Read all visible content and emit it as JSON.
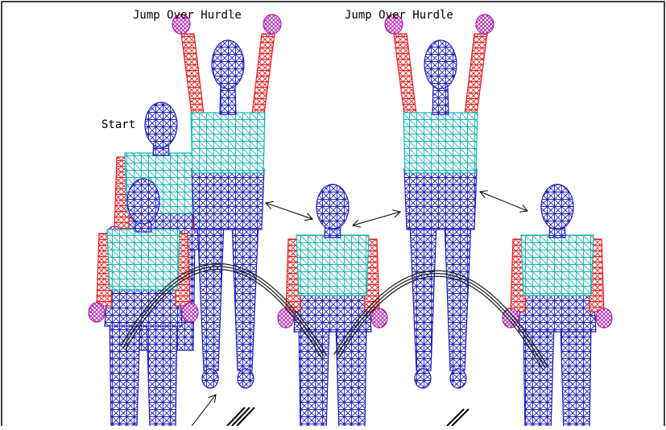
{
  "labels": {
    "jump_left": "Jump Over Hurdle",
    "jump_right": "Jump Over Hurdle",
    "start": "Start"
  },
  "colors": {
    "torso": "#17b3b3",
    "arm": "#e61e1e",
    "body": "#1f1fb8",
    "hand": "#b01ab0",
    "hurdle": "#222222",
    "frame": "#000000"
  }
}
